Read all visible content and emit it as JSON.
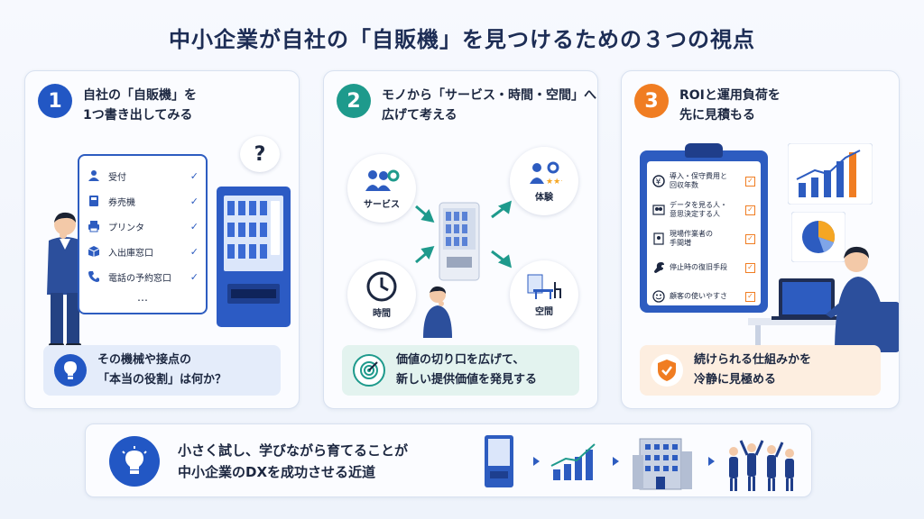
{
  "title": "中小企業が自社の「自販機」を見つけるための３つの視点",
  "cards": [
    {
      "number": "1",
      "title": "自社の「自販機」を\n1つ書き出してみる",
      "list": [
        "受付",
        "券売機",
        "プリンタ",
        "入出庫窓口",
        "電話の予約窓口"
      ],
      "ellipsis": "…",
      "question_mark": "?",
      "footer": "その機械や接点の\n「本当の役割」は何か？"
    },
    {
      "number": "2",
      "title": "モノから「サービス・時間・空間」へ\n広げて考える",
      "nodes": [
        "サービス",
        "体験",
        "時間",
        "空間"
      ],
      "footer": "価値の切り口を広げて、\n新しい提供価値を発見する"
    },
    {
      "number": "3",
      "title": "ROIと運用負荷を\n先に見積もる",
      "checklist": [
        "導入・保守費用と\n回収年数",
        "データを見る人・\n意思決定する人",
        "現場作業者の\n手間増",
        "停止時の復旧手段",
        "顧客の使いやすさ"
      ],
      "footer": "続けられる仕組みかを\n冷静に見極める"
    }
  ],
  "banner": {
    "text": "小さく試し、学びながら育てることが\n中小企業のDXを成功させる近道"
  },
  "colors": {
    "blue": "#2257c4",
    "teal": "#1e9a8c",
    "orange": "#f07d22",
    "navy": "#1d2d55"
  }
}
